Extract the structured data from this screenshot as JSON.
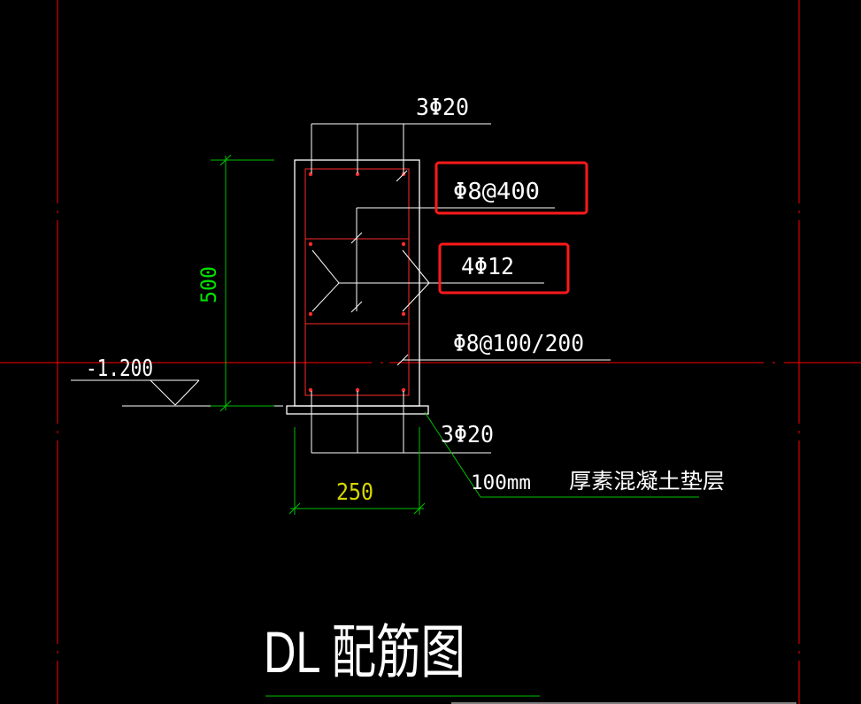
{
  "drawing": {
    "top_bars": "3Φ20",
    "stirrup_highlighted": "Φ8@400",
    "side_bars": "4Φ12",
    "stirrup_main": "Φ8@100/200",
    "bottom_bars": "3Φ20",
    "elevation": "-1.200",
    "height_dim": "500",
    "width_dim": "250",
    "pad_thickness": "100mm",
    "pad_label": "厚素混凝土垫层",
    "title": "DL  配筋图"
  },
  "colors": {
    "background": "#000000",
    "outline": "#ffffff",
    "rebar": "#ff2a2a",
    "axis": "#ff0000",
    "dimension": "#00c000",
    "dim_text_green": "#00e000",
    "dim_text_yellow": "#d8d800",
    "highlight_box": "#ff1a1a"
  }
}
